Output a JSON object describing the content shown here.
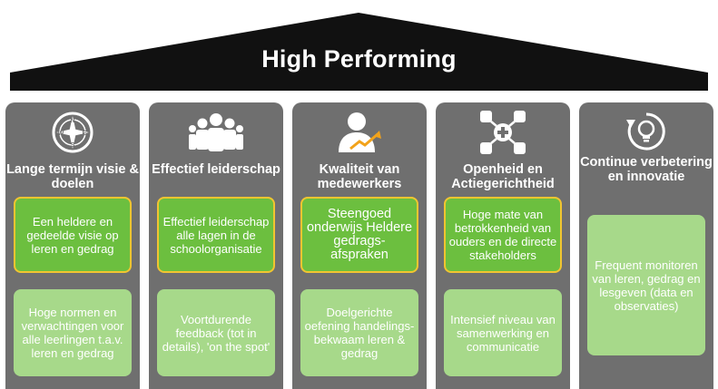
{
  "roof": {
    "title": "High Performing"
  },
  "colors": {
    "roof": "#111111",
    "pillar": "#6f6f6f",
    "box_primary": "#6cbf3f",
    "box_border": "#f2c530",
    "box_secondary": "#a7d98a"
  },
  "pillars": [
    {
      "icon": "compass-icon",
      "title": "Lange termijn visie & doelen",
      "box1": "Een heldere en gedeelde visie op leren en gedrag",
      "box2": "Hoge normen en verwachtingen voor alle leerlingen t.a.v. leren en gedrag"
    },
    {
      "icon": "team-icon",
      "title": "Effectief leiderschap",
      "box1": "Effectief leiderschap alle lagen in de schoolorganisatie",
      "box2": "Voortdurende feedback (tot in details), 'on the spot'"
    },
    {
      "icon": "growth-person-icon",
      "title": "Kwaliteit van medewerkers",
      "box1": "Steengoed onderwijs Heldere gedrags-afspraken",
      "box2": "Doelgerichte oefening handelings-bekwaam leren &  gedrag"
    },
    {
      "icon": "network-plus-icon",
      "title": "Openheid en Actiegerichtheid",
      "box1": "Hoge mate van betrokkenheid van ouders en de directe stakeholders",
      "box2": "Intensief niveau van samenwerking en communicatie"
    },
    {
      "icon": "lightbulb-cycle-icon",
      "title": "Continue verbetering en innovatie",
      "box1": "Frequent monitoren van leren, gedrag en lesgeven (data en observaties)"
    }
  ]
}
